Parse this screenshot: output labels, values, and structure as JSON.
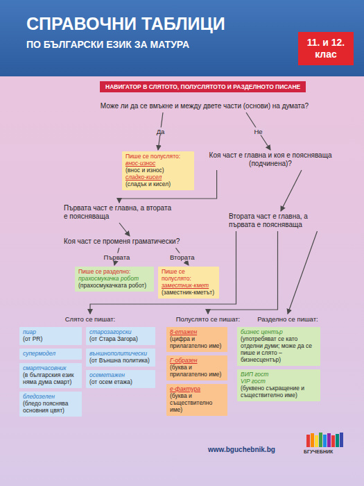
{
  "diagram": {
    "title": "СПРАВОЧНИ ТАБЛИЦИ",
    "nodes": [
      {
        "text": [
          "11. и 12. клас"
        ]
      },
      {
        "text": [
          "НАВИГАТОР В СЛЯТОТО, ПОЛУСЛЯТОТО И РАЗДЕЛНОТО ПИСАНЕ"
        ]
      },
      {
        "text": [
          "Може ли да се вмъкне и между двете части (основи) на думата?"
        ]
      },
      {
        "text": [
          "Пише се полуслято:",
          "внос-износ",
          "(внос и износ)",
          "сладко-кисел",
          "(сладък и кисел)"
        ]
      },
      {
        "text": [
          "Коя част е главна и коя е поясняваща (подчинена)?"
        ]
      },
      {
        "text": [
          "Първата част е главна, а втората е поясняваща"
        ]
      },
      {
        "text": [
          "Втората част е главна, а първата е поясняваща"
        ]
      },
      {
        "text": [
          "Коя част се променя граматически?"
        ]
      },
      {
        "text": [
          "Пише се разделно:",
          "прахосмукачка робот",
          "(прахосмукачката робот)"
        ]
      },
      {
        "text": [
          "Пише се полуслято:",
          "заместник-кмет",
          "(заместник-кметът)"
        ]
      },
      {
        "text": [
          "Слято се пишат:"
        ]
      },
      {
        "text": [
          "Полуслято се пишат:"
        ]
      },
      {
        "text": [
          "Разделно се пишат:"
        ]
      },
      {
        "text": [
          "пиар",
          "(от PR)"
        ]
      },
      {
        "text": [
          "супермодел"
        ]
      },
      {
        "text": [
          "смартчасовник",
          "(в българския език няма дума смарт)"
        ]
      },
      {
        "text": [
          "бледозелен",
          "(бледо пояснява основния цвят)"
        ]
      },
      {
        "text": [
          "старозагорски",
          "(от Стара Загора)"
        ]
      },
      {
        "text": [
          "външнополитически",
          "(от Външна политика)"
        ]
      },
      {
        "text": [
          "осеметажен",
          "(от осем етажа)"
        ]
      },
      {
        "text": [
          "8-етажен",
          "(цифра и прилагателно име)"
        ]
      },
      {
        "text": [
          "Г-образен",
          "(буква и прилагателно име)"
        ]
      },
      {
        "text": [
          "е-фактура",
          "(буква и съществително име)"
        ]
      },
      {
        "text": [
          "бизнес център",
          "(употребяват се като отделни думи; може да се пише и слято – бизнесцентър)"
        ]
      },
      {
        "text": [
          "ВИП гост",
          "VIP гост",
          "(буквено съкращение и съществително име)"
        ]
      }
    ],
    "edges": [
      {
        "from": 2,
        "to": 3,
        "label": "Да",
        "arrow": "to"
      },
      {
        "from": 2,
        "to": 4,
        "label": "Не",
        "arrow": "to"
      },
      {
        "from": 4,
        "to": 5,
        "arrow": "to"
      },
      {
        "from": 4,
        "to": 6,
        "arrow": "to"
      },
      {
        "from": 5,
        "to": 7,
        "arrow": "to"
      },
      {
        "from": 7,
        "to": 8,
        "label": "Първата",
        "arrow": "to"
      },
      {
        "from": 7,
        "to": 9,
        "label": "Втората",
        "arrow": "to"
      },
      {
        "from": 6,
        "to": 10,
        "arrow": "to"
      },
      {
        "from": 6,
        "to": 11,
        "arrow": "to"
      },
      {
        "from": 6,
        "to": 12,
        "arrow": "to"
      }
    ],
    "labels": [
      "ПО БЪЛГАРСКИ ЕЗИК ЗА МАТУРА",
      "www.bguchebnik.bg",
      "БГУЧЕБНИК"
    ]
  }
}
